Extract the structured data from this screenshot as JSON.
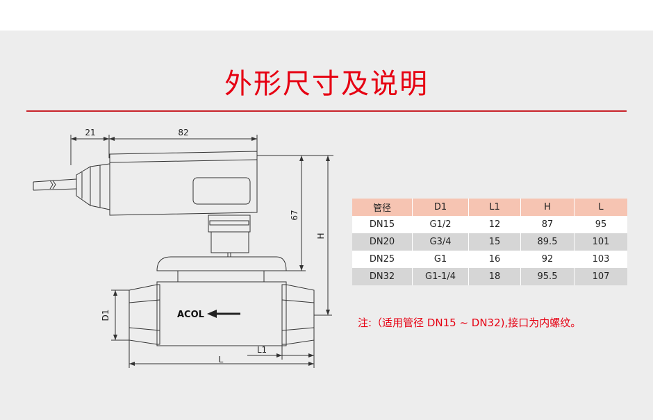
{
  "title": "外形尺寸及说明",
  "drawing": {
    "dim_21": "21",
    "dim_82": "82",
    "dim_67": "67",
    "dim_H": "H",
    "dim_D1": "D1",
    "dim_L1": "L1",
    "dim_L": "L",
    "flow_label": "ACOL"
  },
  "table": {
    "headers": [
      "管径",
      "D1",
      "L1",
      "H",
      "L"
    ],
    "rows": [
      [
        "DN15",
        "G1/2",
        "12",
        "87",
        "95"
      ],
      [
        "DN20",
        "G3/4",
        "15",
        "89.5",
        "101"
      ],
      [
        "DN25",
        "G1",
        "16",
        "92",
        "103"
      ],
      [
        "DN32",
        "G1-1/4",
        "18",
        "95.5",
        "107"
      ]
    ]
  },
  "note": "注:（适用管径 DN15 ~ DN32),接口为内螺纹。",
  "colors": {
    "accent": "#e60012",
    "panel": "#ededed",
    "header_row": "#f6c4b2"
  }
}
